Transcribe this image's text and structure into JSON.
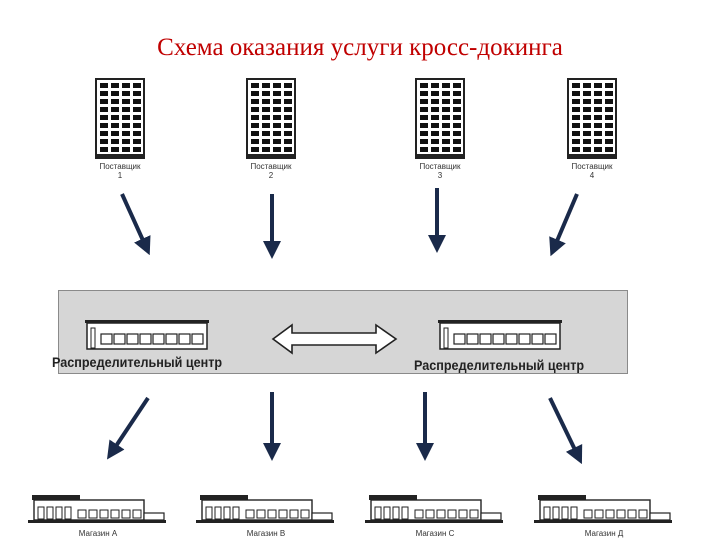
{
  "title": "Схема оказания услуги кросс-докинга",
  "suppliers": [
    {
      "label": "Поставщик",
      "number": "1"
    },
    {
      "label": "Поставщик",
      "number": "2"
    },
    {
      "label": "Поставщик",
      "number": "3"
    },
    {
      "label": "Поставщик",
      "number": "4"
    }
  ],
  "distribution_centers": [
    {
      "label": "Распределительный центр"
    },
    {
      "label": "Распределительный центр"
    }
  ],
  "stores": [
    {
      "label": "Магазин А"
    },
    {
      "label": "Магазин В"
    },
    {
      "label": "Магазин С"
    },
    {
      "label": "Магазин Д"
    }
  ],
  "colors": {
    "title": "#c00000",
    "band": "#d6d6d6",
    "arrow": "#1a2a4a"
  }
}
